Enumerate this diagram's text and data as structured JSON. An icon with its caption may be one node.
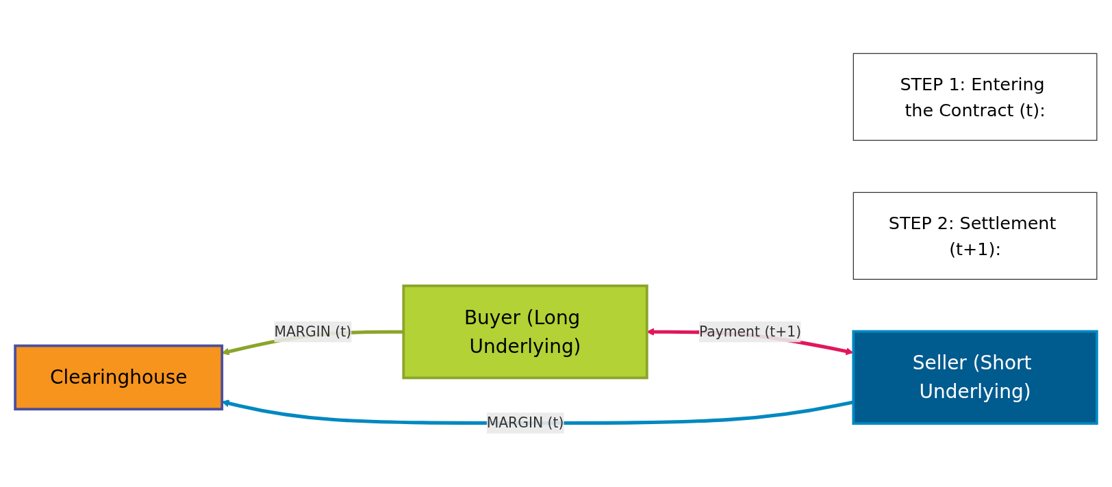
{
  "diagram": {
    "nodes": [
      {
        "text": [
          "Clearinghouse"
        ]
      },
      {
        "text": [
          "STEP 1: Entering the Contract (t):"
        ]
      },
      {
        "text": [
          "Buyer (Long Underlying)"
        ]
      },
      {
        "text": [
          "STEP 2: Settlement (t+1):"
        ]
      },
      {
        "text": [
          "Seller (Short Underlying)"
        ]
      }
    ],
    "edges": [
      {
        "from": 2,
        "to": 0,
        "arrow": "to",
        "label": "MARGIN (t)",
        "color": "#8aa52a"
      },
      {
        "from": 4,
        "to": 0,
        "arrow": "to",
        "label": "MARGIN (t)",
        "color": "#0088c0"
      },
      {
        "from": 4,
        "to": 2,
        "arrow": "both",
        "label": "Payment (t+1)",
        "color": "#e0185a"
      }
    ]
  }
}
